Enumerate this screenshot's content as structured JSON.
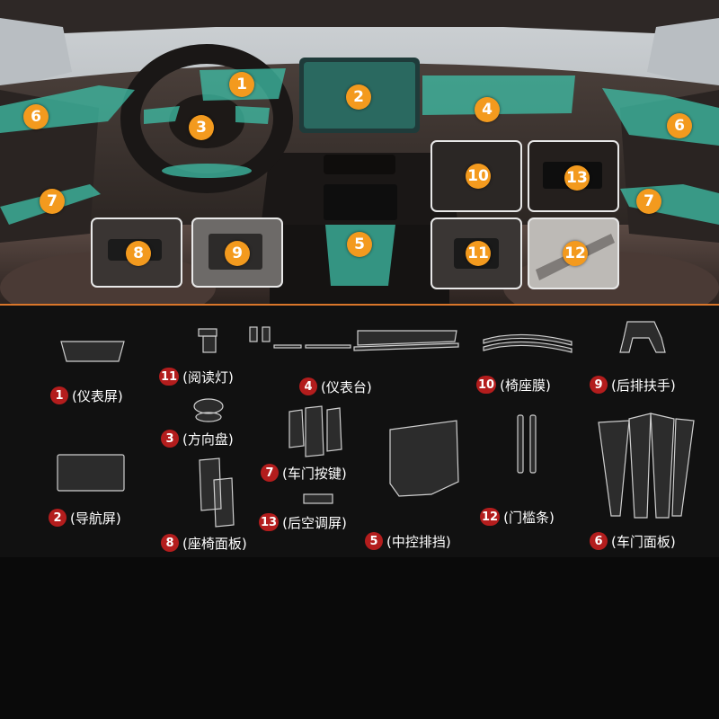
{
  "photo_callouts": [
    {
      "number": "1"
    },
    {
      "number": "2"
    },
    {
      "number": "3"
    },
    {
      "number": "4"
    },
    {
      "number": "5"
    },
    {
      "number": "6"
    },
    {
      "number": "6"
    },
    {
      "number": "7"
    },
    {
      "number": "7"
    },
    {
      "number": "8"
    },
    {
      "number": "9"
    },
    {
      "number": "10"
    },
    {
      "number": "11"
    },
    {
      "number": "12"
    },
    {
      "number": "13"
    }
  ],
  "parts": [
    {
      "number": "1",
      "label": "(仪表屏)"
    },
    {
      "number": "2",
      "label": "(导航屏)"
    },
    {
      "number": "3",
      "label": "(方向盘)"
    },
    {
      "number": "4",
      "label": "(仪表台)"
    },
    {
      "number": "5",
      "label": "(中控排挡)"
    },
    {
      "number": "6",
      "label": "(车门面板)"
    },
    {
      "number": "7",
      "label": "(车门按键)"
    },
    {
      "number": "8",
      "label": "(座椅面板)"
    },
    {
      "number": "9",
      "label": "(后排扶手)"
    },
    {
      "number": "10",
      "label": "(椅座膜)"
    },
    {
      "number": "11",
      "label": "(阅读灯)"
    },
    {
      "number": "12",
      "label": "(门槛条)"
    },
    {
      "number": "13",
      "label": "(后空调屏)"
    }
  ],
  "colors": {
    "film": "#3fc0a8",
    "callout": "#f39a1e",
    "part_number": "#b31d1d",
    "divider": "#d9762a"
  }
}
